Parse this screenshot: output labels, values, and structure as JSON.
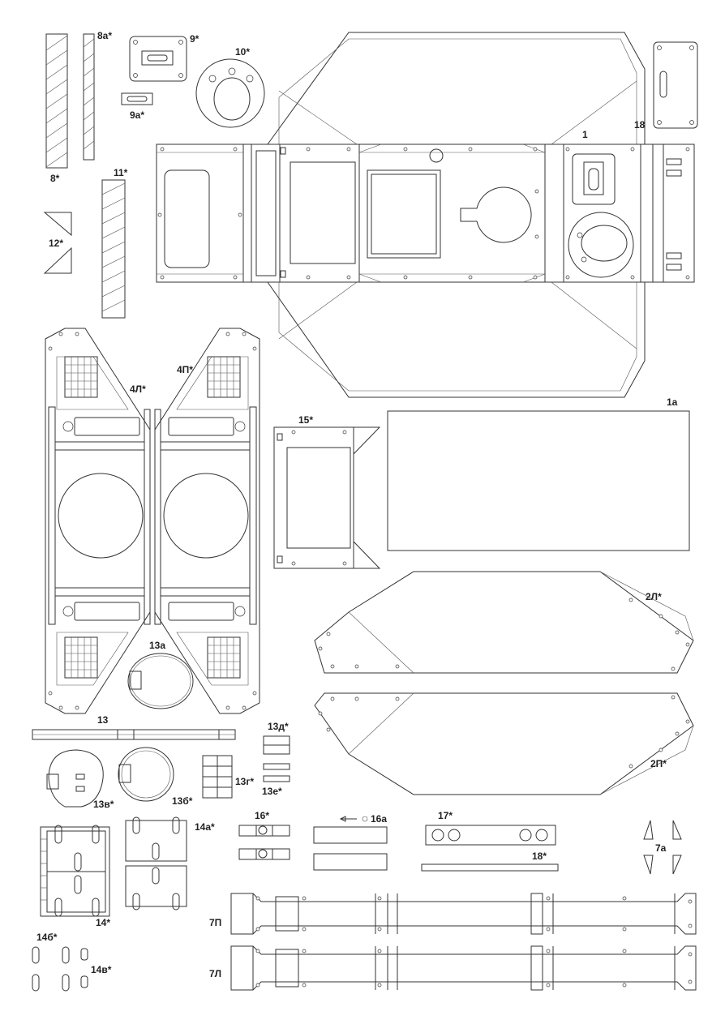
{
  "parts": {
    "p1": "1",
    "p1a": "1а",
    "p2L": "2Л*",
    "p2P": "2П*",
    "p4L": "4Л*",
    "p4P": "4П*",
    "p7P": "7П",
    "p7L": "7Л",
    "p7a": "7а",
    "p8": "8*",
    "p8a": "8а*",
    "p9": "9*",
    "p9a": "9а*",
    "p10": "10*",
    "p11": "11*",
    "p12": "12*",
    "p13": "13",
    "p13a": "13а",
    "p13b": "13б*",
    "p13v": "13в*",
    "p13g": "13г*",
    "p13d": "13д*",
    "p13e": "13е*",
    "p14": "14*",
    "p14a": "14а*",
    "p14b": "14б*",
    "p14v": "14в*",
    "p15": "15*",
    "p16": "16*",
    "p16a": "16а",
    "p17": "17*",
    "p18top": "18",
    "p18": "18*"
  }
}
